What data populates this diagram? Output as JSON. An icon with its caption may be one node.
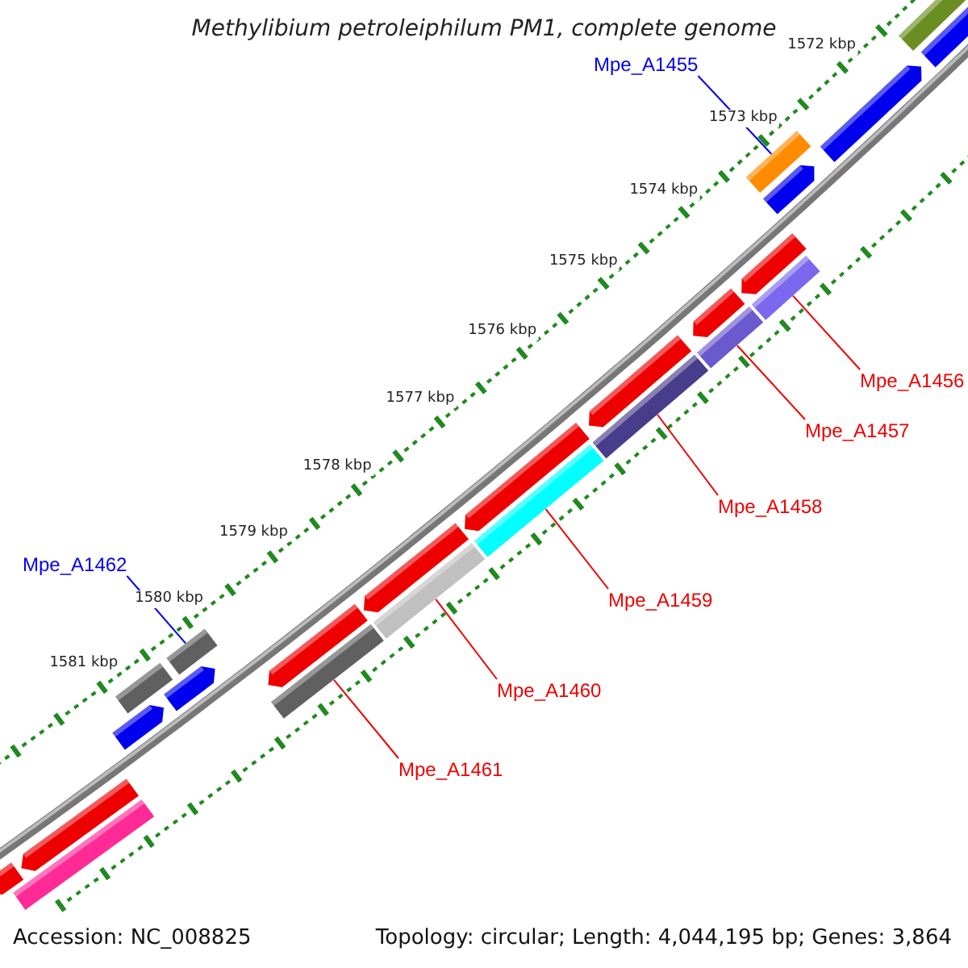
{
  "diagram": {
    "title": "Methylibium petroleiphilum PM1, complete genome",
    "nodes": [
      {
        "text": [],
        "shape": "bar"
      },
      {
        "text": [],
        "shape": "arrow"
      },
      {
        "text": [],
        "shape": "arrow"
      },
      {
        "text": [
          "Mpe_A1455"
        ]
      },
      {
        "text": [],
        "shape": "bar"
      },
      {
        "text": [],
        "shape": "arrow"
      },
      {
        "text": [],
        "shape": "arrow"
      },
      {
        "text": [
          "Mpe_A1456"
        ]
      },
      {
        "text": [],
        "shape": "bar"
      },
      {
        "text": [],
        "shape": "arrow"
      },
      {
        "text": [
          "Mpe_A1457"
        ]
      },
      {
        "text": [],
        "shape": "bar"
      },
      {
        "text": [],
        "shape": "arrow"
      },
      {
        "text": [
          "Mpe_A1458"
        ]
      },
      {
        "text": [],
        "shape": "bar"
      },
      {
        "text": [],
        "shape": "arrow"
      },
      {
        "text": [
          "Mpe_A1459"
        ]
      },
      {
        "text": [],
        "shape": "bar"
      },
      {
        "text": [],
        "shape": "arrow"
      },
      {
        "text": [
          "Mpe_A1460"
        ]
      },
      {
        "text": [],
        "shape": "bar"
      },
      {
        "text": [],
        "shape": "arrow"
      },
      {
        "text": [
          "Mpe_A1461"
        ]
      },
      {
        "text": [],
        "shape": "bar"
      },
      {
        "text": [
          "Mpe_A1462"
        ]
      },
      {
        "text": [],
        "shape": "bar"
      },
      {
        "text": [],
        "shape": "arrow"
      },
      {
        "text": [],
        "shape": "bar"
      },
      {
        "text": [],
        "shape": "arrow"
      },
      {
        "text": [],
        "shape": "arrow"
      },
      {
        "text": [],
        "shape": "bar"
      },
      {
        "text": [],
        "shape": "arrow"
      }
    ],
    "edges": [
      {
        "from": 3,
        "to": 4,
        "arrow": "none",
        "color": "#0000ee"
      },
      {
        "from": 7,
        "to": 8,
        "arrow": "none"
      },
      {
        "from": 10,
        "to": 11,
        "arrow": "none"
      },
      {
        "from": 13,
        "to": 14,
        "arrow": "none"
      },
      {
        "from": 16,
        "to": 17,
        "arrow": "none"
      },
      {
        "from": 19,
        "to": 20,
        "arrow": "none"
      },
      {
        "from": 22,
        "to": 23,
        "arrow": "none"
      },
      {
        "from": 24,
        "to": 25,
        "arrow": "none",
        "color": "#0000ee"
      }
    ],
    "labels": [
      "1572 kbp",
      "1573 kbp",
      "1574 kbp",
      "1575 kbp",
      "1576 kbp",
      "1577 kbp",
      "1578 kbp",
      "1579 kbp",
      "1580 kbp",
      "1581 kbp",
      "Accession: NC_008825",
      "Topology: circular; Length: 4,044,195 bp; Genes: 3,864"
    ]
  }
}
